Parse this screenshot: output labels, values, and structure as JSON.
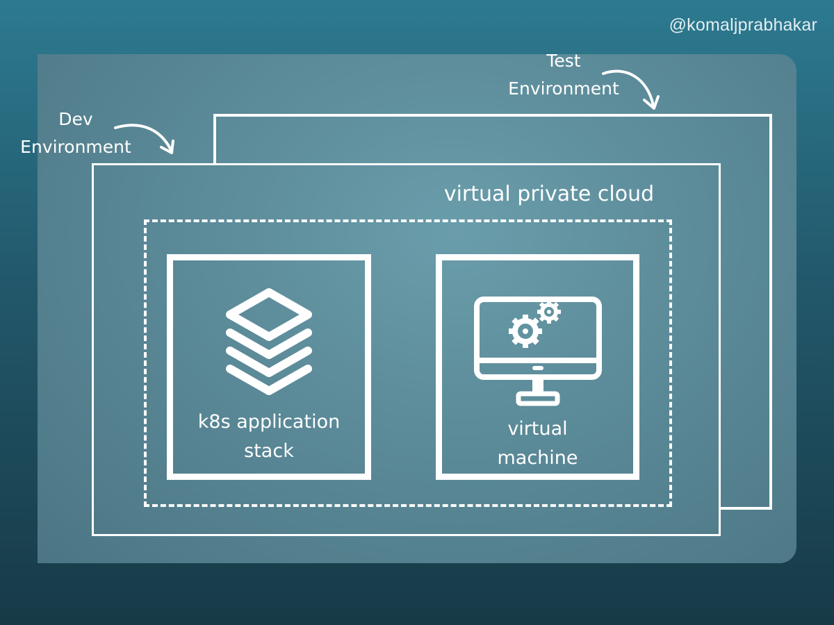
{
  "watermark": "@komaljprabhakar",
  "environments": {
    "dev": {
      "line1": "Dev",
      "line2": "Environment"
    },
    "test": {
      "line1": "Test",
      "line2": "Environment"
    }
  },
  "vpc": {
    "label": "virtual private cloud"
  },
  "nodes": {
    "k8s": {
      "line1": "k8s application",
      "line2": "stack",
      "icon": "layers-stack-icon"
    },
    "vm": {
      "line1": "virtual",
      "line2": "machine",
      "icon": "monitor-gears-icon"
    }
  },
  "colors": {
    "background_top": "#2d7a90",
    "background_bottom": "#173a47",
    "panel": "#5b8a98",
    "stroke": "#ffffff"
  }
}
